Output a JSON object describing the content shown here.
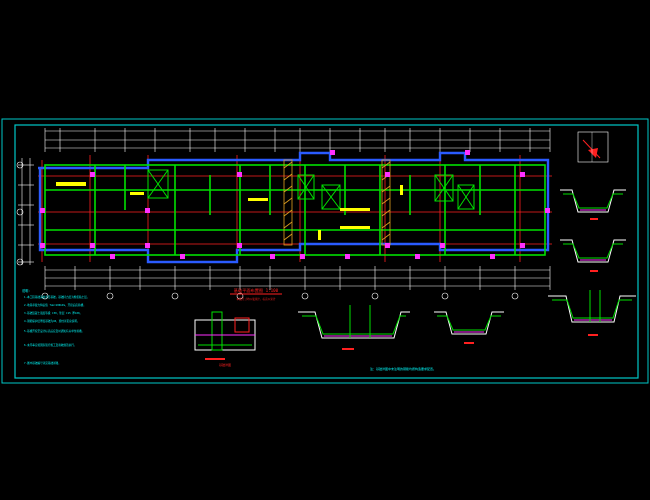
{
  "drawing": {
    "background": "#000000",
    "colors": {
      "frame": "#00c8c8",
      "wall_green": "#00e000",
      "axis_red": "#ff2020",
      "beam_blue": "#2a5bff",
      "magenta": "#ff30ff",
      "yellow": "#ffff00",
      "white": "#ffffff",
      "cyan": "#00ffff"
    },
    "plan_title": "基础平面布置图 1:100",
    "plan_subtitle": "本图尺寸均以毫米计，标高以米计",
    "notes_heading": "说明：",
    "notes_lines": [
      "1.本工程基础采用条形基础，基础持力层为粉质粘土层。",
      "2.地基承载力特征值 fak=180kPa，开挖后应验槽。",
      "3.基础混凝土强度等级 C30，垫层 C15 厚100。",
      "4.钢筋保护层厚度基础为40，梁柱详见总说明。",
      "5.基槽开挖至设计标高后应及时通知有关单位验槽。",
      "6.未尽事宜按国家现行施工及验收规范执行。",
      "7.图中基础编号详见基础详图。"
    ],
    "detail_title_1": "基础详图",
    "bottom_note": "注：基础详图中未注明的钢筋均按构造要求配置。",
    "icons": [
      "north-arrow-icon"
    ]
  }
}
